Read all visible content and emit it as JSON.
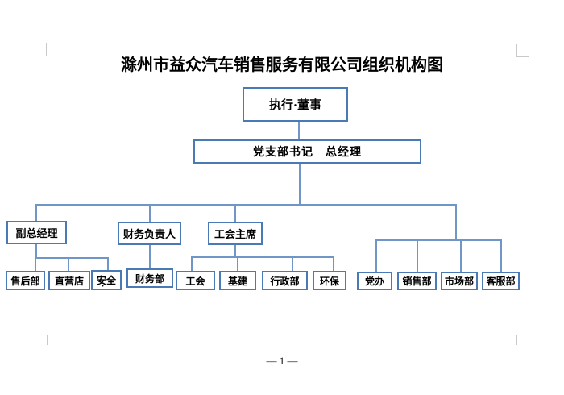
{
  "document": {
    "title": "滁州市益众汽车销售服务有限公司组织机构图",
    "page_number": "— 1 —"
  },
  "org_chart": {
    "root_label": "执行·董事",
    "level2_label": "党支部书记　总经理",
    "managers": [
      {
        "label": "副总经理",
        "children": [
          "售后部",
          "直营店",
          "安全"
        ]
      },
      {
        "label": "财务负责人",
        "children": [
          "财务部"
        ]
      },
      {
        "label": "工会主席",
        "children": [
          "工会",
          "基建",
          "行政部",
          "环保"
        ]
      }
    ],
    "direct_departments": [
      "党办",
      "销售部",
      "市场部",
      "客服部"
    ],
    "safety_footnote_mark": "·"
  },
  "colors": {
    "box_border": "#4a7ab5",
    "connector_line": "#7096c8",
    "text": "#000000",
    "margin_mark": "#c9c9c9",
    "page_background": "#ffffff"
  }
}
